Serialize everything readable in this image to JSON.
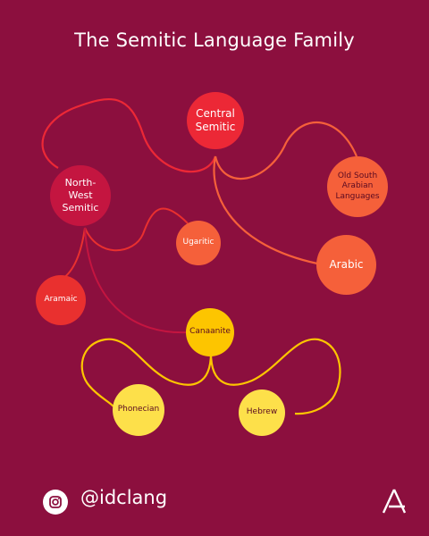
{
  "title": "The Semitic Language Family",
  "nodes": {
    "central_semitic": "Central\nSemitic",
    "north_west_semitic": "North-\nWest\nSemitic",
    "old_south_arabian": "Old South\nArabian\nLanguages",
    "ugaritic": "Ugaritic",
    "arabic": "Arabic",
    "aramaic": "Aramaic",
    "canaanite": "Canaanite",
    "phonecian": "Phonecian",
    "hebrew": "Hebrew"
  },
  "footer": {
    "handle": "@idclang",
    "social_icon": "instagram-icon",
    "brand_icon": "delta-logo-icon"
  },
  "colors": {
    "background": "#8c0f3e",
    "central": "#ec2836",
    "north_west": "#c41540",
    "orange": "#f5603a",
    "aramaic": "#e9302f",
    "yellow": "#fdc500",
    "light_yellow": "#fde04a"
  }
}
